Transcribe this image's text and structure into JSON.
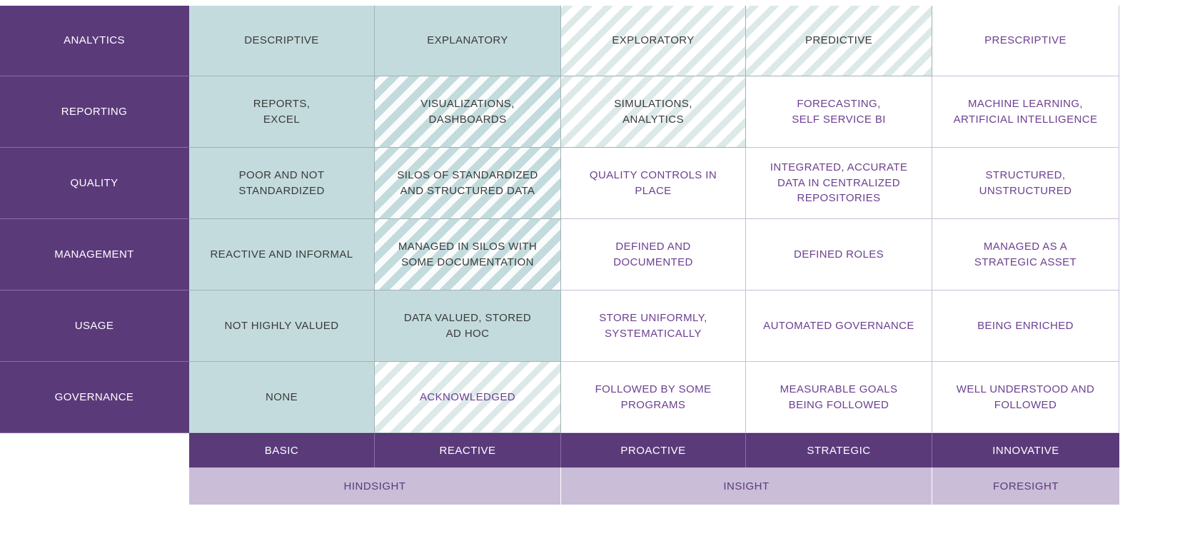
{
  "matrix": {
    "row_labels": [
      "ANALYTICS",
      "REPORTING",
      "QUALITY",
      "MANAGEMENT",
      "USAGE",
      "GOVERNANCE"
    ],
    "rows": [
      {
        "label": "ANALYTICS",
        "cells": [
          "DESCRIPTIVE",
          "EXPLANATORY",
          "EXPLORATORY",
          "PREDICTIVE",
          "PRESCRIPTIVE"
        ]
      },
      {
        "label": "REPORTING",
        "cells": [
          "REPORTS,\nEXCEL",
          "VISUALIZATIONS,\nDASHBOARDS",
          "SIMULATIONS,\nANALYTICS",
          "FORECASTING,\nSELF SERVICE BI",
          "MACHINE LEARNING,\nARTIFICIAL INTELLIGENCE"
        ]
      },
      {
        "label": "QUALITY",
        "cells": [
          "POOR AND NOT\nSTANDARDIZED",
          "SILOS OF STANDARDIZED\nAND STRUCTURED DATA",
          "QUALITY CONTROLS IN\nPLACE",
          "INTEGRATED, ACCURATE\nDATA IN CENTRALIZED\nREPOSITORIES",
          "STRUCTURED,\nUNSTRUCTURED"
        ]
      },
      {
        "label": "MANAGEMENT",
        "cells": [
          "REACTIVE AND INFORMAL",
          "MANAGED IN SILOS WITH\nSOME DOCUMENTATION",
          "DEFINED AND\nDOCUMENTED",
          "DEFINED ROLES",
          "MANAGED AS A\nSTRATEGIC ASSET"
        ]
      },
      {
        "label": "USAGE",
        "cells": [
          "NOT HIGHLY VALUED",
          "DATA VALUED, STORED\nAD HOC",
          "STORE UNIFORMLY,\nSYSTEMATICALLY",
          "AUTOMATED GOVERNANCE",
          "BEING ENRICHED"
        ]
      },
      {
        "label": "GOVERNANCE",
        "cells": [
          "NONE",
          "ACKNOWLEDGED",
          "FOLLOWED BY SOME\nPROGRAMS",
          "MEASURABLE GOALS\nBEING FOLLOWED",
          "WELL UNDERSTOOD AND\nFOLLOWED"
        ]
      }
    ]
  },
  "stages": [
    "BASIC",
    "REACTIVE",
    "PROACTIVE",
    "STRATEGIC",
    "INNOVATIVE"
  ],
  "insight_levels": [
    "HINDSIGHT",
    "INSIGHT",
    "FORESIGHT"
  ],
  "colors": {
    "purple": "#5B3A7A",
    "purple_text": "#6b3f90",
    "teal": "#C3DBDD",
    "lavender": "#C9BDD8",
    "hatch": "#dde9e9",
    "dark_text": "#3a3a3a",
    "border": "#9fb3b5"
  }
}
